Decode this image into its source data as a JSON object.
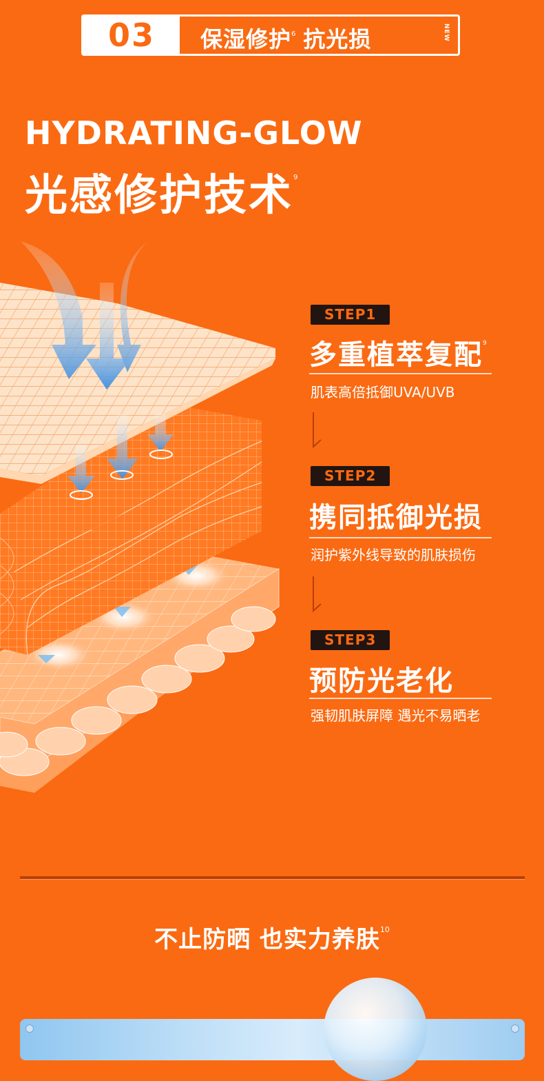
{
  "badge": {
    "number": "03",
    "title_a": "保湿修护",
    "title_sup": "6",
    "title_b": "抗光损",
    "new_label": "NEW"
  },
  "heading": {
    "en": "HYDRATING-GLOW",
    "cn": "光感修护技术",
    "cn_sup": "9"
  },
  "steps": [
    {
      "tag": "STEP1",
      "title": "多重植萃复配",
      "sup": "9",
      "desc": "肌表高倍抵御UVA/UVB"
    },
    {
      "tag": "STEP2",
      "title": "携同抵御光损",
      "sup": "",
      "desc": "润护紫外线导致的肌肤损伤"
    },
    {
      "tag": "STEP3",
      "title": "预防光老化",
      "sup": "",
      "desc": "强韧肌肤屏障 遇光不易晒老"
    }
  ],
  "bottom": {
    "title": "不止防晒 也实力养肤",
    "sup": "10"
  },
  "colors": {
    "background": "#fa6a12",
    "dark": "#221410",
    "light_orange": "#fde0c2",
    "mesh_orange": "#ff8a3a",
    "arrow_blue": "#4a9fe6"
  }
}
